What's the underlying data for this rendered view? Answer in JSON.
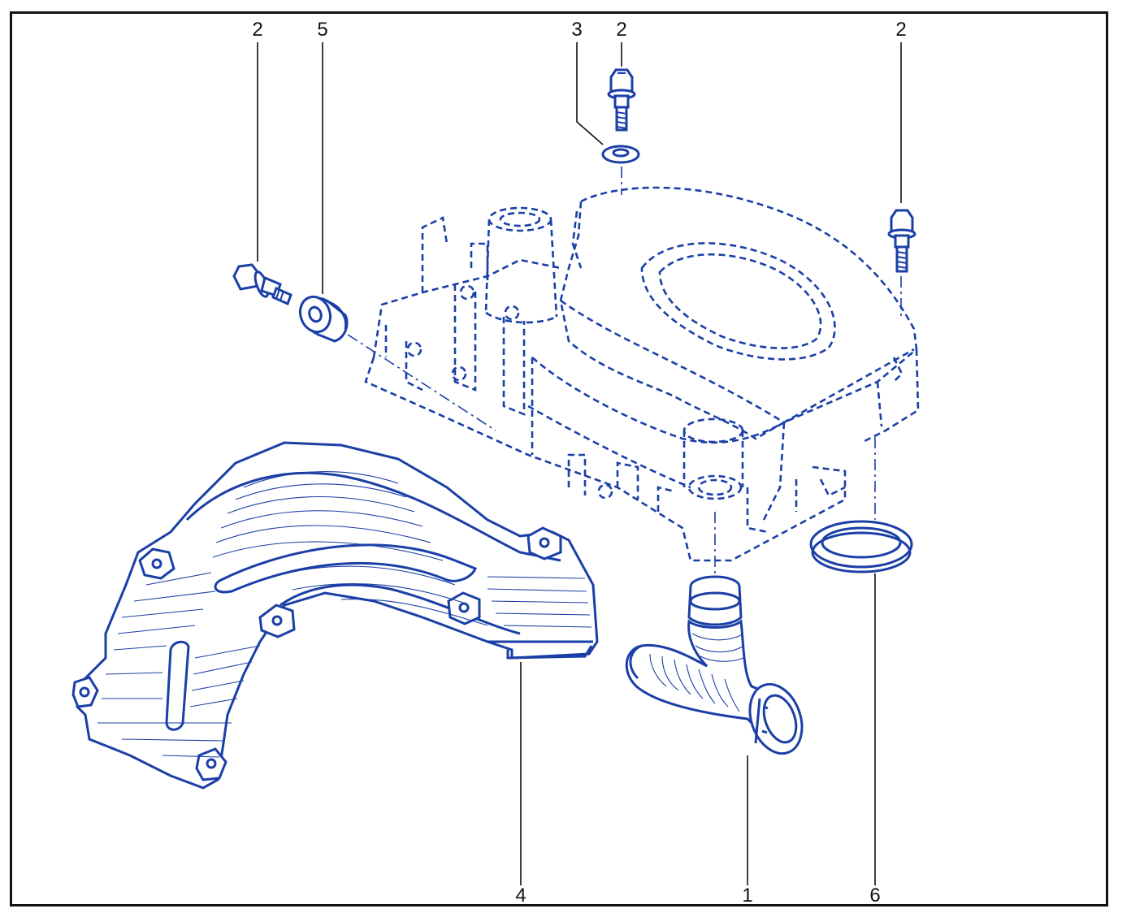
{
  "diagram": {
    "colors": {
      "line": "#1a3fa6",
      "text": "#111111",
      "frame": "#111111"
    },
    "callouts": {
      "bolt_upper_left": "2",
      "grommet": "5",
      "washer": "3",
      "bolt_top_center": "2",
      "bolt_upper_right": "2",
      "air_duct": "4",
      "hose": "1",
      "seal_ring": "6"
    }
  }
}
